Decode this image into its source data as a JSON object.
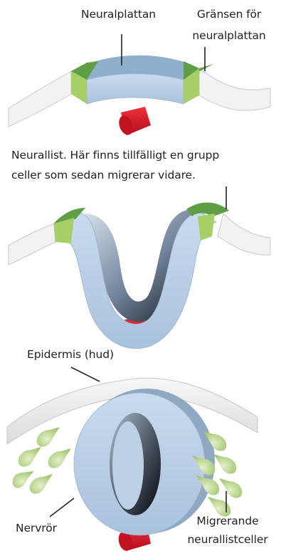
{
  "labels": {
    "neural_plate": "Neuralplattan",
    "plate_border_line1": "Gränsen för",
    "plate_border_line2": "neuralplattan",
    "neural_crest_line1": "Neurallist. Här finns tillfälligt en grupp",
    "neural_crest_line2": "celler som sedan migrerar vidare.",
    "epidermis": "Epidermis (hud)",
    "neural_tube": "Nervrör",
    "migrating_line1": "Migrerande",
    "migrating_line2": "neurallistceller"
  },
  "colors": {
    "plate_blue": "#b9cfe4",
    "plate_blue_dark": "#7f9fbf",
    "border_green": "#6ea84a",
    "border_green_light": "#a9cf6c",
    "epidermis": "#ececec",
    "notochord": "#d8182b",
    "leader": "#222222"
  }
}
